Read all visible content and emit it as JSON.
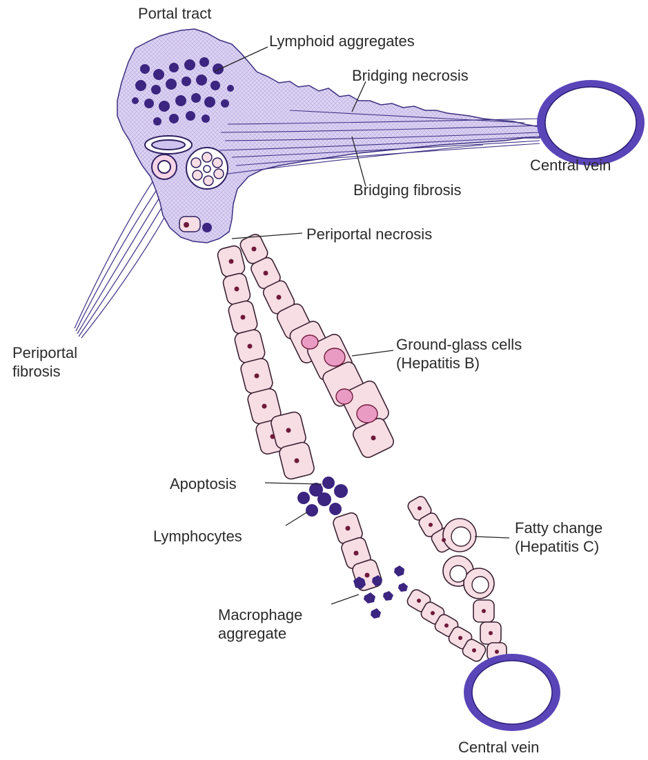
{
  "labels": {
    "portal_tract": "Portal tract",
    "lymphoid_aggregates": "Lymphoid aggregates",
    "bridging_necrosis": "Bridging necrosis",
    "central_vein_top": "Central vein",
    "bridging_fibrosis": "Bridging fibrosis",
    "periportal_necrosis": "Periportal necrosis",
    "periportal_fibrosis": [
      "Periportal",
      "fibrosis"
    ],
    "ground_glass_cells": [
      "Ground-glass cells",
      "(Hepatitis B)"
    ],
    "apoptosis": "Apoptosis",
    "lymphocytes": "Lymphocytes",
    "fatty_change": [
      "Fatty change",
      "(Hepatitis C)"
    ],
    "macrophage_aggregate": [
      "Macrophage",
      "aggregate"
    ],
    "central_vein_bottom": "Central vein"
  },
  "colors": {
    "tract_fill": "#dcd3f2",
    "tract_stroke": "#3b2e7e",
    "lymphoid_dark": "#3b2580",
    "vein_wall": "#5a45b8",
    "hepatocyte_fill": "#f7dde4",
    "hepatocyte_stroke": "#3a2030",
    "nucleus": "#6e1a3a",
    "ground_glass": "#e99bc4",
    "fibrosis_line": "#4a3b8c",
    "label_text": "#2a2a2a",
    "leader_line": "#222222"
  }
}
